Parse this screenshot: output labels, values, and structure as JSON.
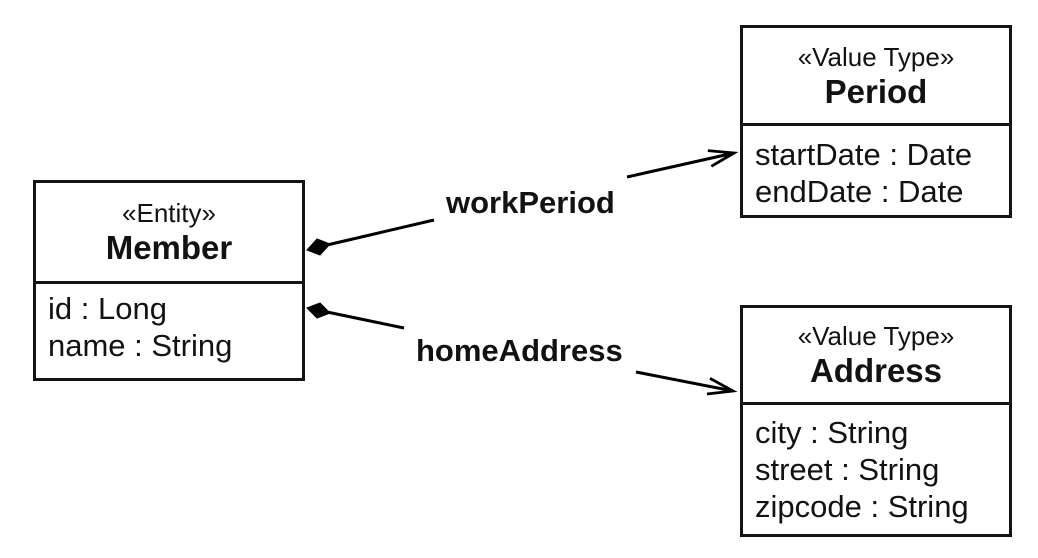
{
  "canvas": {
    "background_color": "#ffffff",
    "line_color": "#000000",
    "text_color": "#121212"
  },
  "classes": {
    "member": {
      "stereotype": "«Entity»",
      "name": "Member",
      "attributes": [
        "id : Long",
        "name : String"
      ]
    },
    "period": {
      "stereotype": "«Value Type»",
      "name": "Period",
      "attributes": [
        "startDate : Date",
        "endDate : Date"
      ]
    },
    "address": {
      "stereotype": "«Value Type»",
      "name": "Address",
      "attributes": [
        "city : String",
        "street : String",
        "zipcode : String"
      ]
    }
  },
  "relations": {
    "work_period": {
      "label": "workPeriod"
    },
    "home_address": {
      "label": "homeAddress"
    }
  }
}
